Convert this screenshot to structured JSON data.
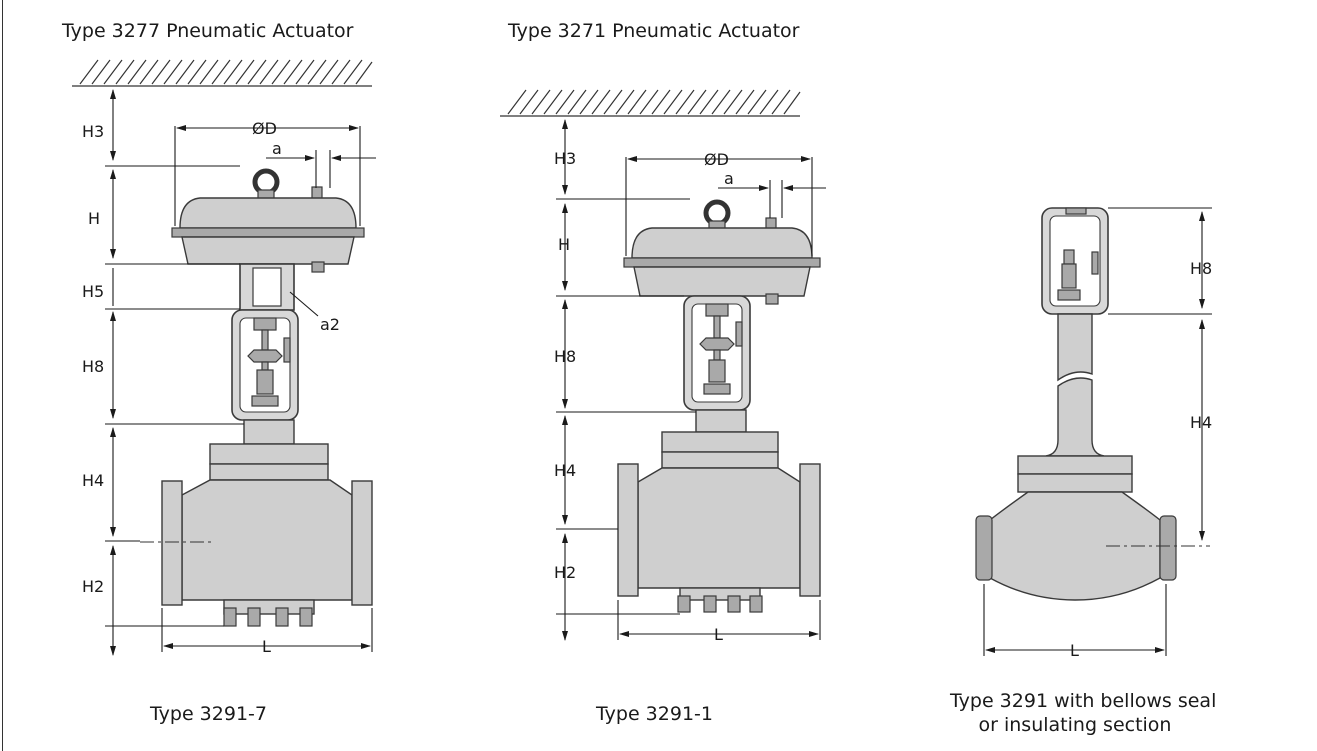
{
  "captions": {
    "top_left": "Type 3277 Pneumatic Actuator",
    "top_middle": "Type 3271 Pneumatic Actuator",
    "bottom_left": "Type 3291-7",
    "bottom_middle": "Type 3291-1",
    "bottom_right_line1": "Type 3291 with bellows seal",
    "bottom_right_line2": "or insulating section"
  },
  "dimensions": {
    "h3": "H3",
    "h": "H",
    "h5": "H5",
    "h8": "H8",
    "h4": "H4",
    "h2": "H2",
    "od": "ØD",
    "a": "a",
    "a2": "a2",
    "l": "L"
  }
}
